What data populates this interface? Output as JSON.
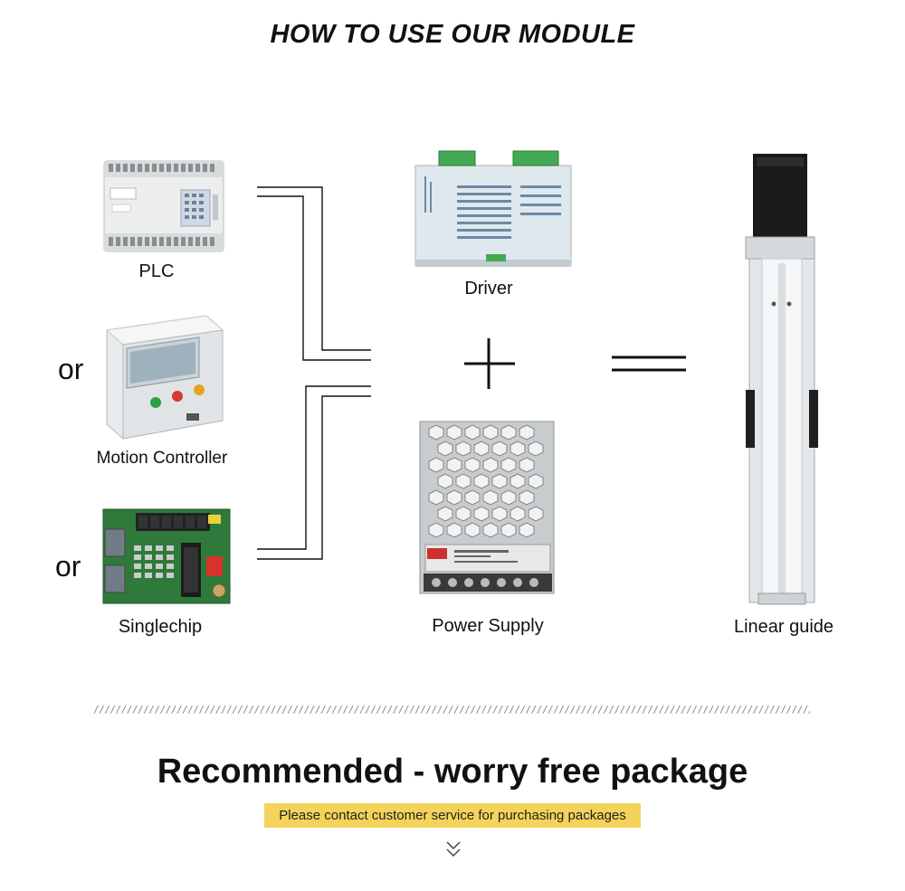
{
  "header": {
    "title": "HOW TO USE OUR MODULE"
  },
  "inputs": {
    "or_1": "or",
    "or_2": "or",
    "plc_label": "PLC",
    "motion_controller_label": "Motion Controller",
    "singlechip_label": "Singlechip"
  },
  "middle": {
    "driver_label": "Driver",
    "power_supply_label": "Power Supply"
  },
  "output": {
    "linear_guide_label": "Linear guide"
  },
  "package": {
    "headline": "Recommended - worry free package",
    "banner_text": "Please contact customer service for purchasing packages"
  },
  "colors": {
    "banner": "#f4d35a",
    "aluminum": "#d9dcdf",
    "pcb": "#2f7a3a",
    "motor": "#1a1a1a"
  },
  "icons": [
    "plc-icon",
    "motion-controller-icon",
    "singlechip-board-icon",
    "driver-icon",
    "power-supply-icon",
    "linear-guide-icon",
    "chevron-down-icon"
  ]
}
